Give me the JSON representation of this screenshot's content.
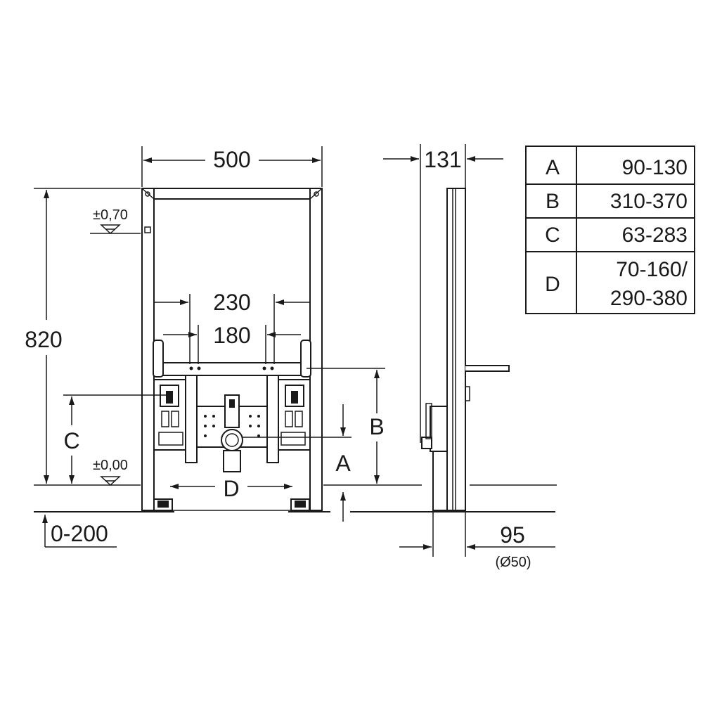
{
  "front_view": {
    "width_label": "500",
    "height_label": "820",
    "level_top_label": "±0,70",
    "level_zero_label": "±0,00",
    "inner_230_label": "230",
    "inner_180_label": "180",
    "c_label": "C",
    "d_label": "D",
    "b_label": "B",
    "a_label": "A",
    "floor_label": "0-200"
  },
  "side_view": {
    "depth_label": "131",
    "offset_label": "95",
    "pipe_label": "(Ø50)"
  },
  "table": {
    "rows": [
      {
        "key": "A",
        "value": "90-130"
      },
      {
        "key": "B",
        "value": "310-370"
      },
      {
        "key": "C",
        "value": "63-283"
      },
      {
        "key": "D",
        "value_line1": "70-160/",
        "value_line2": "290-380"
      }
    ]
  }
}
